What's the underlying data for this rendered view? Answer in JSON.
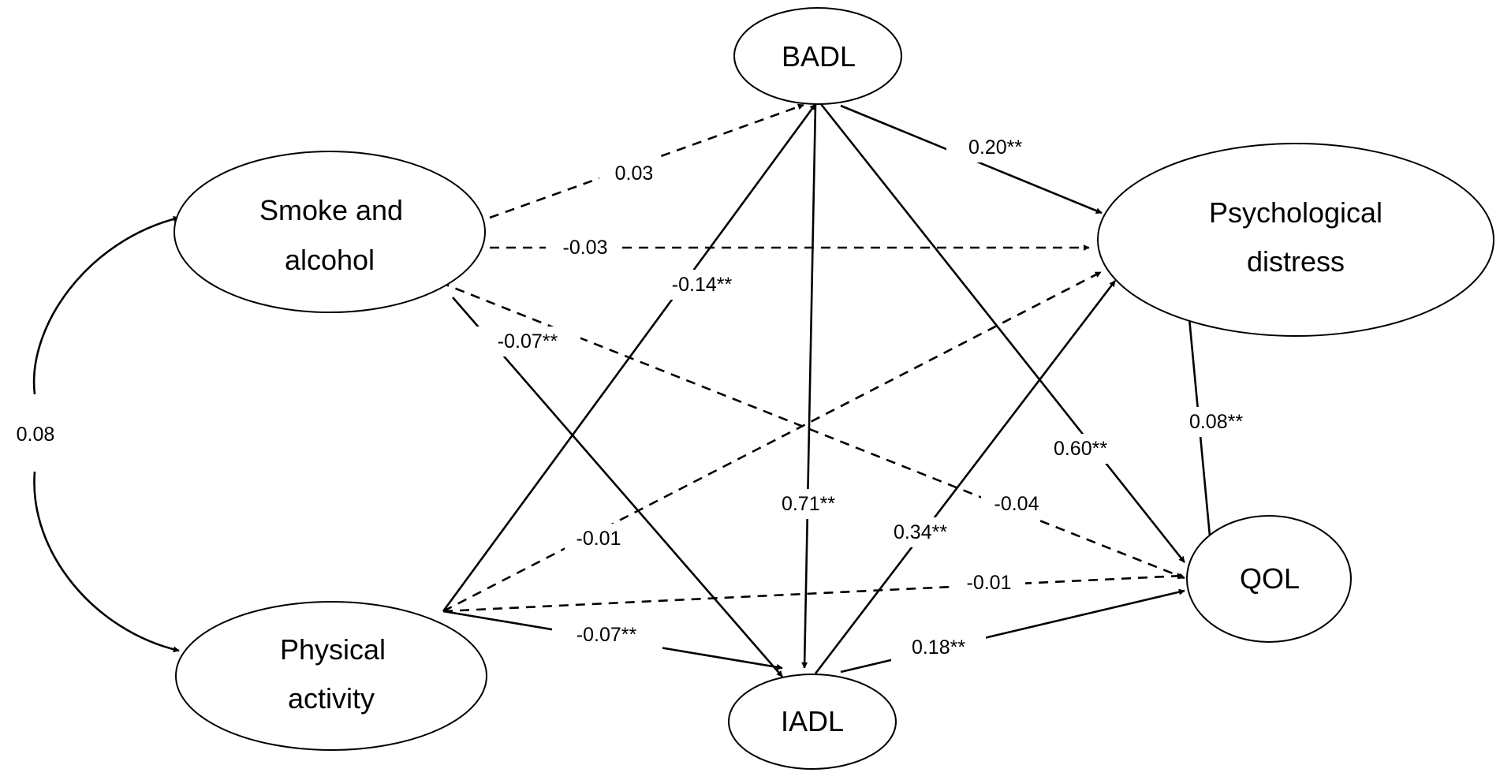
{
  "nodes": {
    "smoke": {
      "line1": "Smoke and",
      "line2": "alcohol"
    },
    "physical": {
      "line1": "Physical",
      "line2": "activity"
    },
    "badl": {
      "line1": "BADL"
    },
    "iadl": {
      "line1": "IADL"
    },
    "psych": {
      "line1": "Psychological",
      "line2": "distress"
    },
    "qol": {
      "line1": "QOL"
    }
  },
  "edges": {
    "covariance": {
      "from": "Smoke and alcohol",
      "to": "Physical activity",
      "coefficient": "0.08",
      "style": "solid"
    },
    "smoke_badl": {
      "from": "Smoke and alcohol",
      "to": "BADL",
      "coefficient": "0.03",
      "style": "dashed"
    },
    "smoke_psych": {
      "from": "Smoke and alcohol",
      "to": "Psychological distress",
      "coefficient": "-0.03",
      "style": "dashed"
    },
    "smoke_iadl": {
      "from": "Smoke and alcohol",
      "to": "IADL",
      "coefficient": "-0.07**",
      "style": "solid"
    },
    "smoke_qol": {
      "from": "Smoke and alcohol",
      "to": "QOL",
      "coefficient": "-0.04",
      "style": "dashed"
    },
    "phys_badl": {
      "from": "Physical activity",
      "to": "BADL",
      "coefficient": "-0.14**",
      "style": "solid"
    },
    "phys_psych": {
      "from": "Physical activity",
      "to": "Psychological distress",
      "coefficient": "-0.01",
      "style": "dashed"
    },
    "phys_iadl": {
      "from": "Physical activity",
      "to": "IADL",
      "coefficient": "-0.07**",
      "style": "solid"
    },
    "phys_qol": {
      "from": "Physical activity",
      "to": "QOL",
      "coefficient": "-0.01",
      "style": "dashed"
    },
    "badl_psych": {
      "from": "BADL",
      "to": "Psychological distress",
      "coefficient": "0.20**",
      "style": "solid"
    },
    "badl_iadl": {
      "from": "BADL",
      "to": "IADL",
      "coefficient": "0.71**",
      "style": "solid"
    },
    "badl_qol": {
      "from": "BADL",
      "to": "QOL",
      "coefficient": "0.60**",
      "style": "solid"
    },
    "iadl_psych": {
      "from": "IADL",
      "to": "Psychological distress",
      "coefficient": "0.34**",
      "style": "solid"
    },
    "iadl_qol": {
      "from": "IADL",
      "to": "QOL",
      "coefficient": "0.18**",
      "style": "solid"
    },
    "psych_qol": {
      "from": "Psychological distress",
      "to": "QOL",
      "coefficient": "0.08**",
      "style": "solid"
    }
  }
}
